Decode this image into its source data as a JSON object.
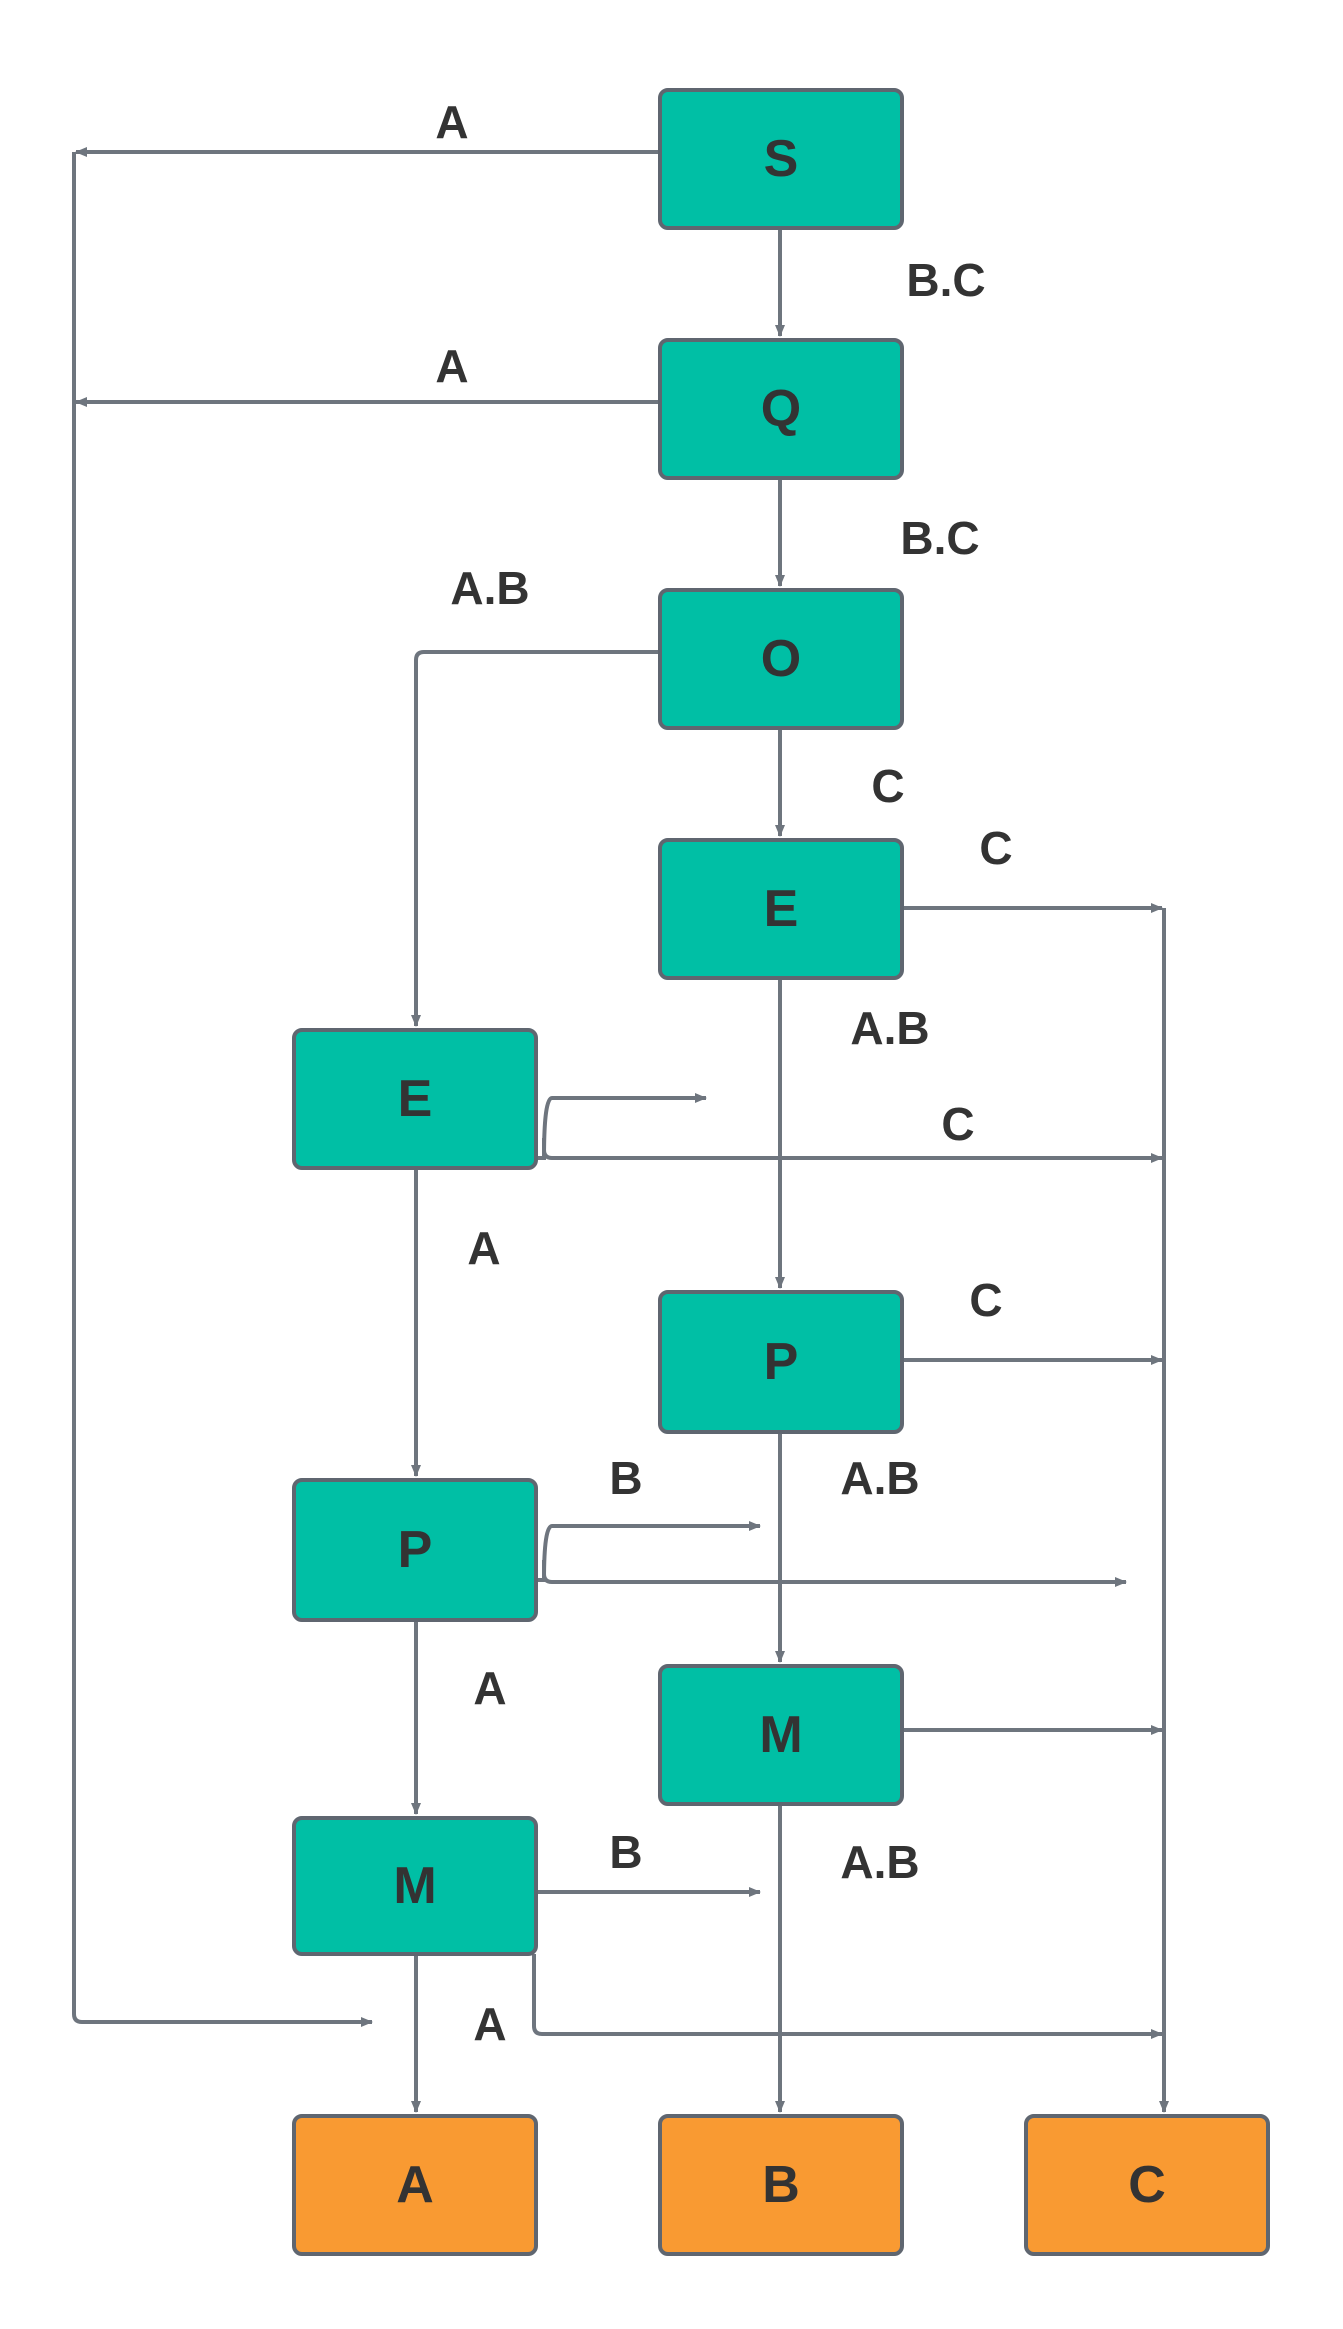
{
  "colors": {
    "process_fill": "#00BFA5",
    "output_fill": "#F99A32",
    "node_border": "#5F6670",
    "edge": "#6E757E",
    "text": "#333333"
  },
  "nodes": {
    "s": "S",
    "q": "Q",
    "o": "O",
    "e_right": "E",
    "e_left": "E",
    "p_right": "P",
    "p_left": "P",
    "m_right": "M",
    "m_left": "M",
    "out_a": "A",
    "out_b": "B",
    "out_c": "C"
  },
  "edge_labels": {
    "s_to_left": "A",
    "s_to_q": "B.C",
    "q_to_left": "A",
    "q_to_o": "B.C",
    "o_to_eleft": "A.B",
    "o_to_eright": "C",
    "eright_to_c": "C",
    "eright_to_pright": "A.B",
    "eleft_to_c": "C",
    "eleft_to_pleft": "A",
    "pright_to_c": "C",
    "pleft_b": "B",
    "pright_to_mright": "A.B",
    "pleft_to_mleft": "A",
    "mleft_b": "B",
    "mright_to_b": "A.B",
    "mleft_to_a": "A"
  }
}
